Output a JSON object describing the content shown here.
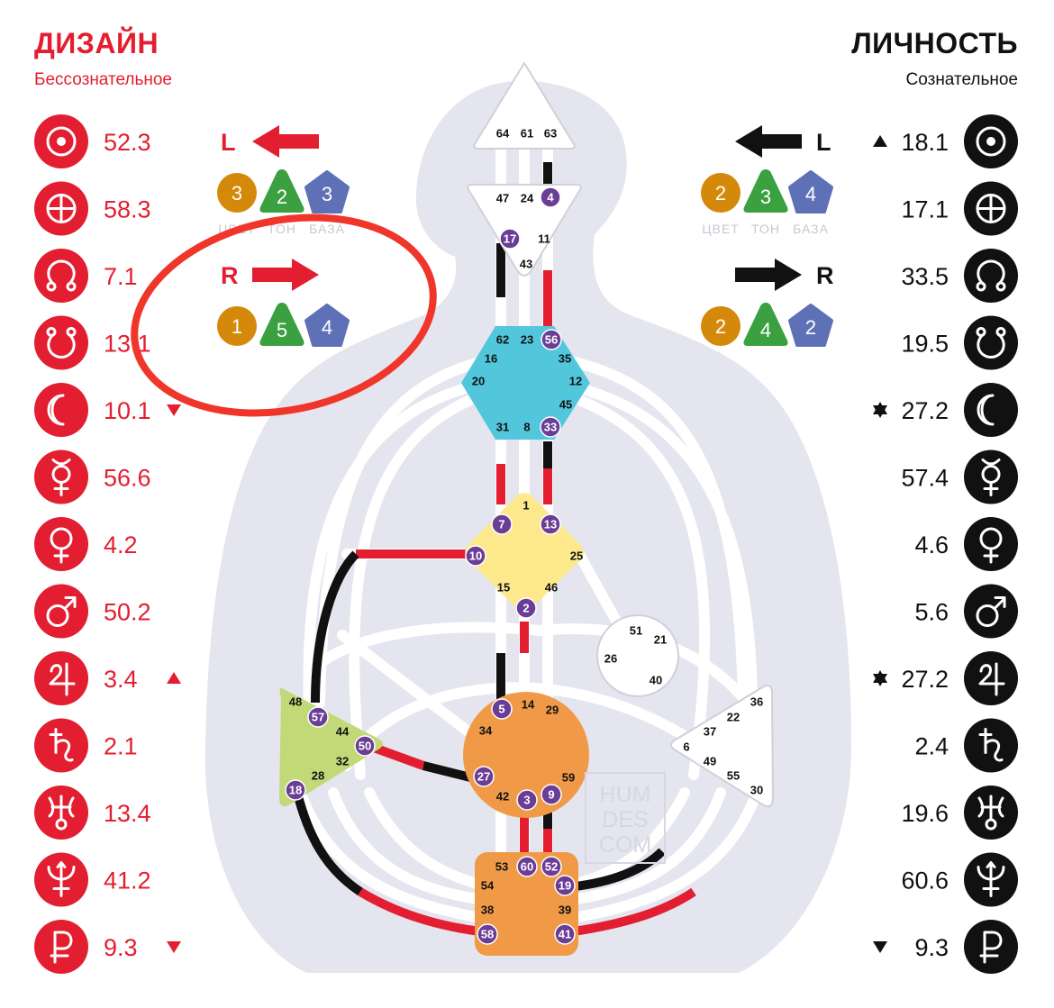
{
  "design": {
    "title": "ДИЗАЙН",
    "subtitle": "Бессознательное",
    "color": "#e31e30",
    "planets": [
      {
        "icon": "sun-icon",
        "value": "52.3",
        "mark": ""
      },
      {
        "icon": "earth-icon",
        "value": "58.3",
        "mark": ""
      },
      {
        "icon": "north-node-icon",
        "value": "7.1",
        "mark": ""
      },
      {
        "icon": "south-node-icon",
        "value": "13.1",
        "mark": ""
      },
      {
        "icon": "moon-icon",
        "value": "10.1",
        "mark": "triangle-down"
      },
      {
        "icon": "mercury-icon",
        "value": "56.6",
        "mark": ""
      },
      {
        "icon": "venus-icon",
        "value": "4.2",
        "mark": ""
      },
      {
        "icon": "mars-icon",
        "value": "50.2",
        "mark": ""
      },
      {
        "icon": "jupiter-icon",
        "value": "3.4",
        "mark": "triangle-up"
      },
      {
        "icon": "saturn-icon",
        "value": "2.1",
        "mark": ""
      },
      {
        "icon": "uranus-icon",
        "value": "13.4",
        "mark": ""
      },
      {
        "icon": "neptune-icon",
        "value": "41.2",
        "mark": ""
      },
      {
        "icon": "pluto-icon",
        "value": "9.3",
        "mark": "triangle-down"
      }
    ],
    "variables": {
      "top": {
        "letter": "L",
        "direction": "left",
        "color": "3",
        "tone": "2",
        "base": "3"
      },
      "bottom": {
        "letter": "R",
        "direction": "right",
        "color": "1",
        "tone": "5",
        "base": "4"
      },
      "labels": {
        "color": "ЦВЕТ",
        "tone": "ТОН",
        "base": "БАЗА"
      }
    }
  },
  "personality": {
    "title": "ЛИЧНОСТЬ",
    "subtitle": "Сознательное",
    "color": "#111111",
    "planets": [
      {
        "icon": "sun-icon",
        "value": "18.1",
        "mark": "triangle-up"
      },
      {
        "icon": "earth-icon",
        "value": "17.1",
        "mark": ""
      },
      {
        "icon": "north-node-icon",
        "value": "33.5",
        "mark": ""
      },
      {
        "icon": "south-node-icon",
        "value": "19.5",
        "mark": ""
      },
      {
        "icon": "moon-icon",
        "value": "27.2",
        "mark": "star"
      },
      {
        "icon": "mercury-icon",
        "value": "57.4",
        "mark": ""
      },
      {
        "icon": "venus-icon",
        "value": "4.6",
        "mark": ""
      },
      {
        "icon": "mars-icon",
        "value": "5.6",
        "mark": ""
      },
      {
        "icon": "jupiter-icon",
        "value": "27.2",
        "mark": "star"
      },
      {
        "icon": "saturn-icon",
        "value": "2.4",
        "mark": ""
      },
      {
        "icon": "uranus-icon",
        "value": "19.6",
        "mark": ""
      },
      {
        "icon": "neptune-icon",
        "value": "60.6",
        "mark": ""
      },
      {
        "icon": "pluto-icon",
        "value": "9.3",
        "mark": "triangle-down"
      }
    ],
    "variables": {
      "top": {
        "letter": "L",
        "direction": "left",
        "color": "2",
        "tone": "3",
        "base": "4"
      },
      "bottom": {
        "letter": "R",
        "direction": "right",
        "color": "2",
        "tone": "4",
        "base": "2"
      },
      "labels": {
        "color": "ЦВЕТ",
        "tone": "ТОН",
        "base": "БАЗА"
      }
    }
  },
  "watermark": [
    "HUM",
    "DES",
    "COM"
  ],
  "colors": {
    "orange_circle": "#d4890a",
    "green_triangle": "#3aa040",
    "blue_pentagon": "#5f71b6",
    "silhouette": "#e4e5ee",
    "channel_white": "#ffffff",
    "gate_active": "#6a3d96",
    "head": "#ffffff",
    "ajna": "#ffffff",
    "throat": "#52c7dc",
    "g_center": "#fde98c",
    "heart": "#ffffff",
    "spleen": "#c2d977",
    "sacral": "#f09a48",
    "solar_plexus": "#ffffff",
    "root": "#f09a48"
  },
  "centers": {
    "head": {
      "gates": [
        "64",
        "61",
        "63"
      ],
      "active": []
    },
    "ajna": {
      "gates": [
        "47",
        "24",
        "4",
        "17",
        "11",
        "43"
      ],
      "active": [
        "4",
        "17"
      ]
    },
    "throat": {
      "gates": [
        "62",
        "23",
        "56",
        "16",
        "35",
        "20",
        "12",
        "45",
        "31",
        "8",
        "33"
      ],
      "active": [
        "56",
        "33"
      ]
    },
    "g": {
      "gates": [
        "1",
        "7",
        "13",
        "10",
        "25",
        "15",
        "46",
        "2"
      ],
      "active": [
        "7",
        "13",
        "10",
        "2"
      ]
    },
    "heart": {
      "gates": [
        "51",
        "21",
        "26",
        "40"
      ],
      "active": []
    },
    "spleen": {
      "gates": [
        "48",
        "57",
        "44",
        "50",
        "32",
        "28",
        "18"
      ],
      "active": [
        "57",
        "50",
        "18"
      ]
    },
    "sacral": {
      "gates": [
        "5",
        "14",
        "29",
        "34",
        "27",
        "59",
        "42",
        "3",
        "9"
      ],
      "active": [
        "5",
        "27",
        "3",
        "9"
      ]
    },
    "solar_plexus": {
      "gates": [
        "36",
        "22",
        "37",
        "6",
        "49",
        "55",
        "30"
      ],
      "active": []
    },
    "root": {
      "gates": [
        "53",
        "60",
        "52",
        "54",
        "19",
        "38",
        "39",
        "58",
        "41"
      ],
      "active": [
        "60",
        "52",
        "19",
        "58",
        "41"
      ]
    }
  }
}
